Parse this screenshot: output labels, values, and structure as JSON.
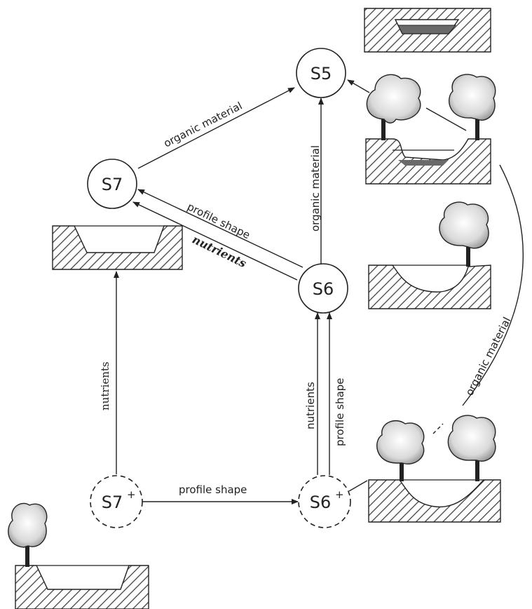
{
  "nodes": {
    "s5": {
      "label": "S5",
      "style": "solid"
    },
    "s6": {
      "label": "S6",
      "style": "solid"
    },
    "s7": {
      "label": "S7",
      "style": "solid"
    },
    "s6p": {
      "label": "S6",
      "sup": "+",
      "style": "dashed"
    },
    "s7p": {
      "label": "S7",
      "sup": "+",
      "style": "dashed"
    }
  },
  "edges": {
    "s7_s5": "organic material",
    "s6_s5": "organic material",
    "s6_s7_profile": "profile shape",
    "s6_s7_nutrients": "nutrients",
    "s7p_s7": "nutrients",
    "s7p_s6p": "profile shape",
    "s6p_s6_nutrients": "nutrients",
    "s6p_s6_profile": "profile shape",
    "s6p_s5_curve": "organic material"
  },
  "colors": {
    "ink": "#222222",
    "hatch": "#555555",
    "paper": "#ffffff",
    "water": "#6a6a6a"
  }
}
